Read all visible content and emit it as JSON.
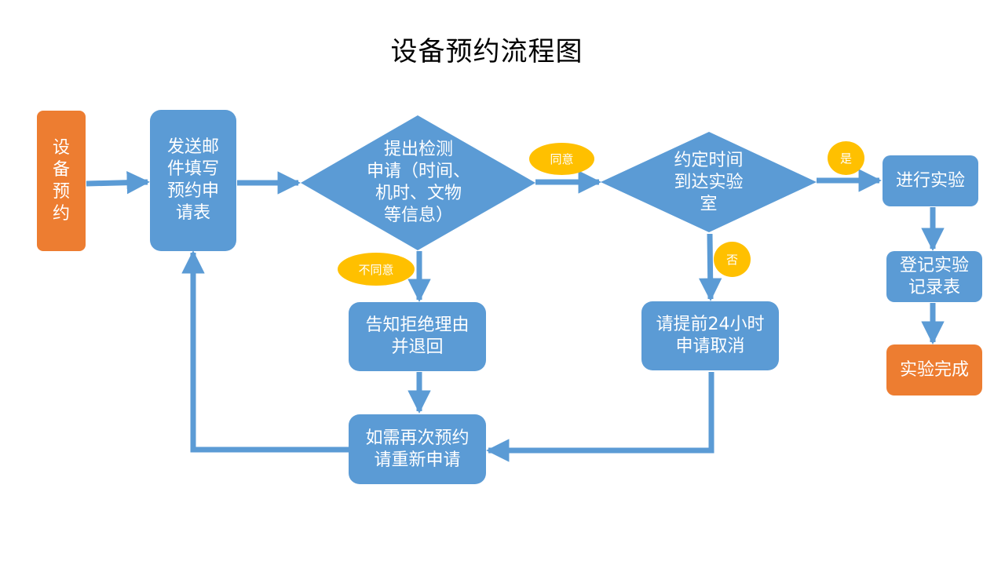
{
  "title": "设备预约流程图",
  "nodes": {
    "start": "设\n备\n预\n约",
    "send_email": "发送邮\n件填写\n预约申\n请表",
    "submit_request": "提出检测\n申请（时间、\n机时、文物\n等信息）",
    "arrive_time": "约定时间\n到达实验\n室",
    "do_experiment": "进行实验",
    "register_log": "登记实验\n记录表",
    "complete": "实验完成",
    "notify_reject": "告知拒绝理由\n并退回",
    "cancel_24h": "请提前24小时\n申请取消",
    "reapply": "如需再次预约\n请重新申请"
  },
  "labels": {
    "agree": "同意",
    "disagree": "不同意",
    "yes": "是",
    "no": "否"
  },
  "colors": {
    "blue": "#5b9bd5",
    "orange": "#ed7d31",
    "badge": "#ffc000",
    "arrow": "#5b9bd5"
  }
}
